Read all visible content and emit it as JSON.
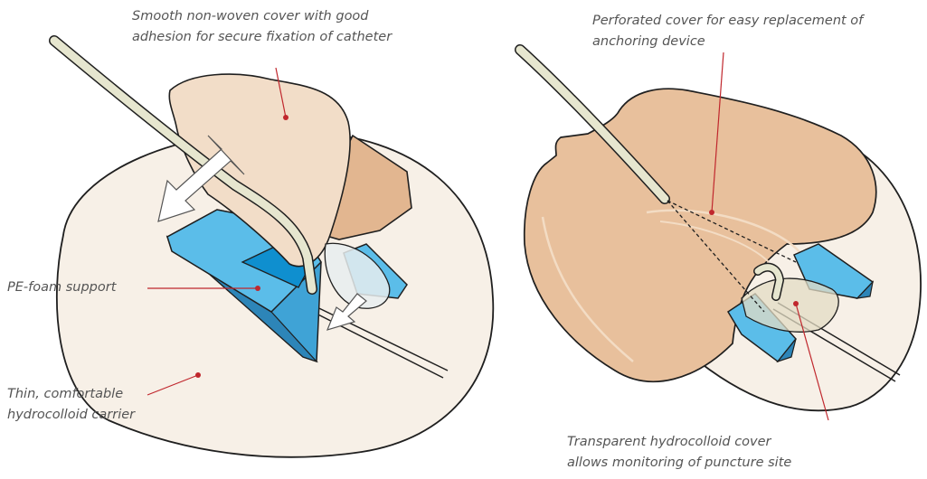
{
  "labels": {
    "non_woven_cover": [
      "Smooth non-woven cover with good",
      "adhesion for secure fixation of catheter"
    ],
    "pe_foam": [
      "PE-foam support"
    ],
    "hydrocolloid_carrier": [
      "Thin, comfortable",
      "hydrocolloid carrier"
    ],
    "perforated_cover": [
      "Perforated cover for easy replacement of",
      "anchoring device"
    ],
    "transparent_cover": [
      "Transparent hydrocolloid cover",
      "allows monitoring of puncture site"
    ]
  },
  "colors": {
    "label_text": "#555555",
    "leader_line": "#c0272d",
    "pad_fill": "#f7f0e7",
    "cover_fill": "#eac4a2",
    "foam_fill": "#5bbde9",
    "catheter_fill": "#e6e6cf",
    "outline": "#1f1f1f"
  }
}
